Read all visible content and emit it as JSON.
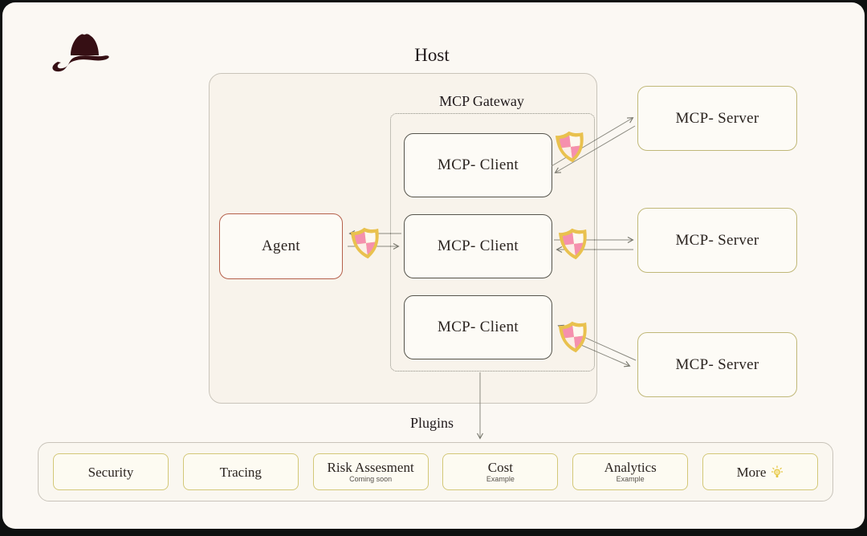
{
  "page": {
    "card_background": "#fbf8f3",
    "frame_color": "#0e1110"
  },
  "logo": {
    "icon": "cowboy-hat-icon",
    "color": "#360f14"
  },
  "host": {
    "label": "Host"
  },
  "gateway": {
    "label": "MCP Gateway"
  },
  "agent": {
    "label": "Agent",
    "border_color": "#b5604b"
  },
  "clients": [
    {
      "label": "MCP- Client"
    },
    {
      "label": "MCP- Client"
    },
    {
      "label": "MCP- Client"
    }
  ],
  "servers": [
    {
      "label": "MCP- Server"
    },
    {
      "label": "MCP- Server"
    },
    {
      "label": "MCP- Server"
    }
  ],
  "shield": {
    "icon": "guard-shield-icon",
    "gold": "#e9c14e",
    "pink": "#f590ae",
    "white": "#fdf8ef"
  },
  "plugins": {
    "label": "Plugins",
    "items": [
      {
        "label": "Security",
        "sublabel": ""
      },
      {
        "label": "Tracing",
        "sublabel": ""
      },
      {
        "label": "Risk Assesment",
        "sublabel": "Coming soon"
      },
      {
        "label": "Cost",
        "sublabel": "Example"
      },
      {
        "label": "Analytics",
        "sublabel": "Example"
      },
      {
        "label": "More",
        "sublabel": "",
        "icon": "lightbulb-icon"
      }
    ]
  }
}
